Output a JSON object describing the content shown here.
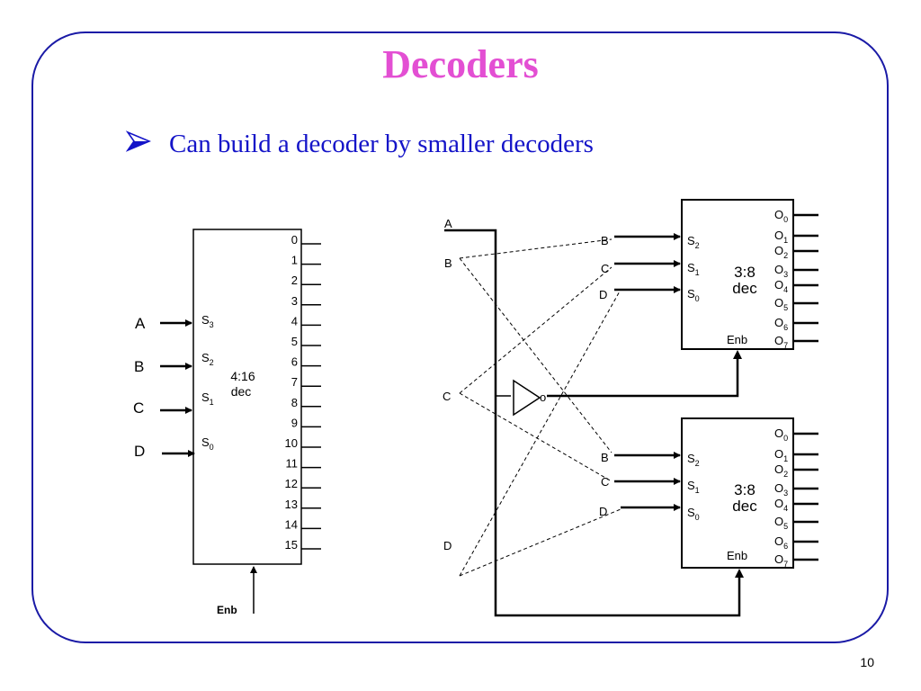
{
  "slide": {
    "title": "Decoders",
    "bullet": "Can build a decoder by smaller decoders",
    "page_number": "10"
  },
  "left_decoder": {
    "label": "4:16",
    "label2": "dec",
    "inputs": [
      "A",
      "B",
      "C",
      "D"
    ],
    "select_pins": [
      {
        "base": "S",
        "sub": "3"
      },
      {
        "base": "S",
        "sub": "2"
      },
      {
        "base": "S",
        "sub": "1"
      },
      {
        "base": "S",
        "sub": "0"
      }
    ],
    "outputs": [
      "0",
      "1",
      "2",
      "3",
      "4",
      "5",
      "6",
      "7",
      "8",
      "9",
      "10",
      "11",
      "12",
      "13",
      "14",
      "15"
    ],
    "enable": "Enb"
  },
  "right_circuit": {
    "inputs": [
      "A",
      "B",
      "C",
      "D"
    ],
    "inverter_bubble": "o",
    "top_decoder": {
      "label": "3:8",
      "label2": "dec",
      "select_inputs": [
        "B",
        "C",
        "D"
      ],
      "select_pins": [
        {
          "base": "S",
          "sub": "2"
        },
        {
          "base": "S",
          "sub": "1"
        },
        {
          "base": "S",
          "sub": "0"
        }
      ],
      "outputs": [
        {
          "base": "O",
          "sub": "0"
        },
        {
          "base": "O",
          "sub": "1"
        },
        {
          "base": "O",
          "sub": "2"
        },
        {
          "base": "O",
          "sub": "3"
        },
        {
          "base": "O",
          "sub": "4"
        },
        {
          "base": "O",
          "sub": "5"
        },
        {
          "base": "O",
          "sub": "6"
        },
        {
          "base": "O",
          "sub": "7"
        }
      ],
      "enable": "Enb"
    },
    "bottom_decoder": {
      "label": "3:8",
      "label2": "dec",
      "select_inputs": [
        "B",
        "C",
        "D"
      ],
      "select_pins": [
        {
          "base": "S",
          "sub": "2"
        },
        {
          "base": "S",
          "sub": "1"
        },
        {
          "base": "S",
          "sub": "0"
        }
      ],
      "outputs": [
        {
          "base": "O",
          "sub": "0"
        },
        {
          "base": "O",
          "sub": "1"
        },
        {
          "base": "O",
          "sub": "2"
        },
        {
          "base": "O",
          "sub": "3"
        },
        {
          "base": "O",
          "sub": "4"
        },
        {
          "base": "O",
          "sub": "5"
        },
        {
          "base": "O",
          "sub": "6"
        },
        {
          "base": "O",
          "sub": "7"
        }
      ],
      "enable": "Enb"
    }
  },
  "colors": {
    "title": "#e34fd3",
    "text": "#1414c8",
    "frame": "#1a1aa6",
    "lines": "#000000"
  },
  "icons": {
    "bullet": "arrowhead-bullet-icon"
  }
}
